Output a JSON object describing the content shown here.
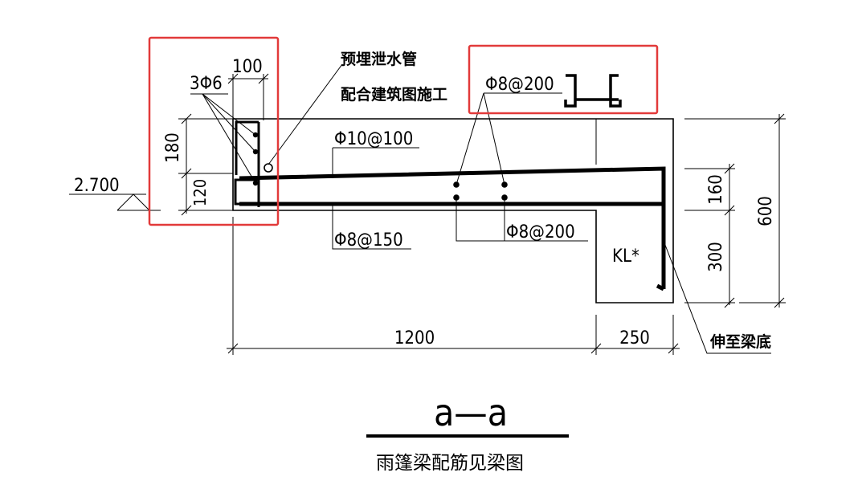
{
  "labels": {
    "bar_3phi6": "3Φ6",
    "dim_100": "100",
    "drain_pipe_line1": "预埋泄水管",
    "drain_pipe_line2": "配合建筑图施工",
    "bar_phi8_200_top": "Φ8@200",
    "bar_phi10_100": "Φ10@100",
    "elevation": "2.700",
    "dim_180": "180",
    "dim_120": "120",
    "bar_phi8_150": "Φ8@150",
    "bar_phi8_200_bottom": "Φ8@200",
    "beam_label": "KL*",
    "dim_160": "160",
    "dim_300": "300",
    "dim_600": "600",
    "dim_1200": "1200",
    "dim_250": "250",
    "extend_note": "伸至梁底",
    "section_title": "a—a",
    "caption": "雨篷梁配筋见梁图"
  },
  "colors": {
    "highlight": "#e23a3a",
    "line": "#000000"
  }
}
